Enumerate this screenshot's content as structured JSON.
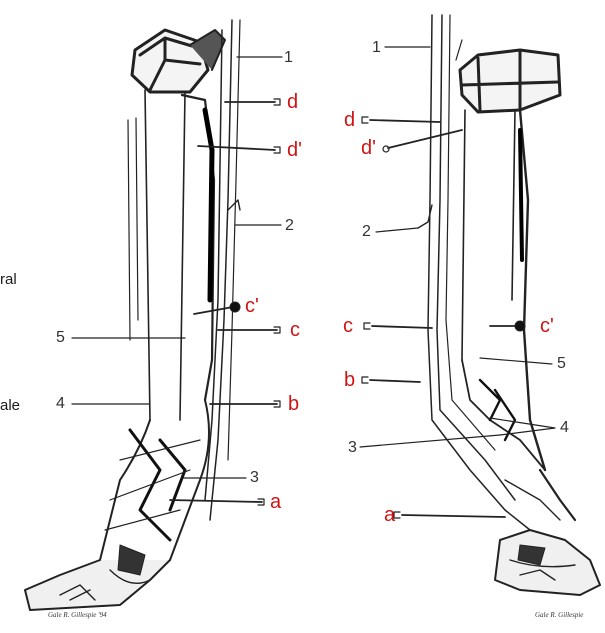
{
  "side_text": {
    "upper": "ral",
    "lower": "ale"
  },
  "colors": {
    "marker_red": "#d01414",
    "line": "#222222",
    "label_gray": "#333333"
  },
  "left_view": {
    "markers": {
      "d": "d",
      "d_prime": "d'",
      "c": "c",
      "c_prime": "c'",
      "b": "b",
      "a": "a"
    },
    "numbers": {
      "n1": "1",
      "n2": "2",
      "n3": "3",
      "n4": "4",
      "n5": "5"
    },
    "signature": "Gale R. Gillespie '94"
  },
  "right_view": {
    "markers": {
      "d": "d",
      "d_prime": "d'",
      "c": "c",
      "c_prime": "c'",
      "b": "b",
      "a": "a"
    },
    "numbers": {
      "n1": "1",
      "n2": "2",
      "n3": "3",
      "n4": "4",
      "n5": "5"
    },
    "signature": "Gale R. Gillespie"
  }
}
